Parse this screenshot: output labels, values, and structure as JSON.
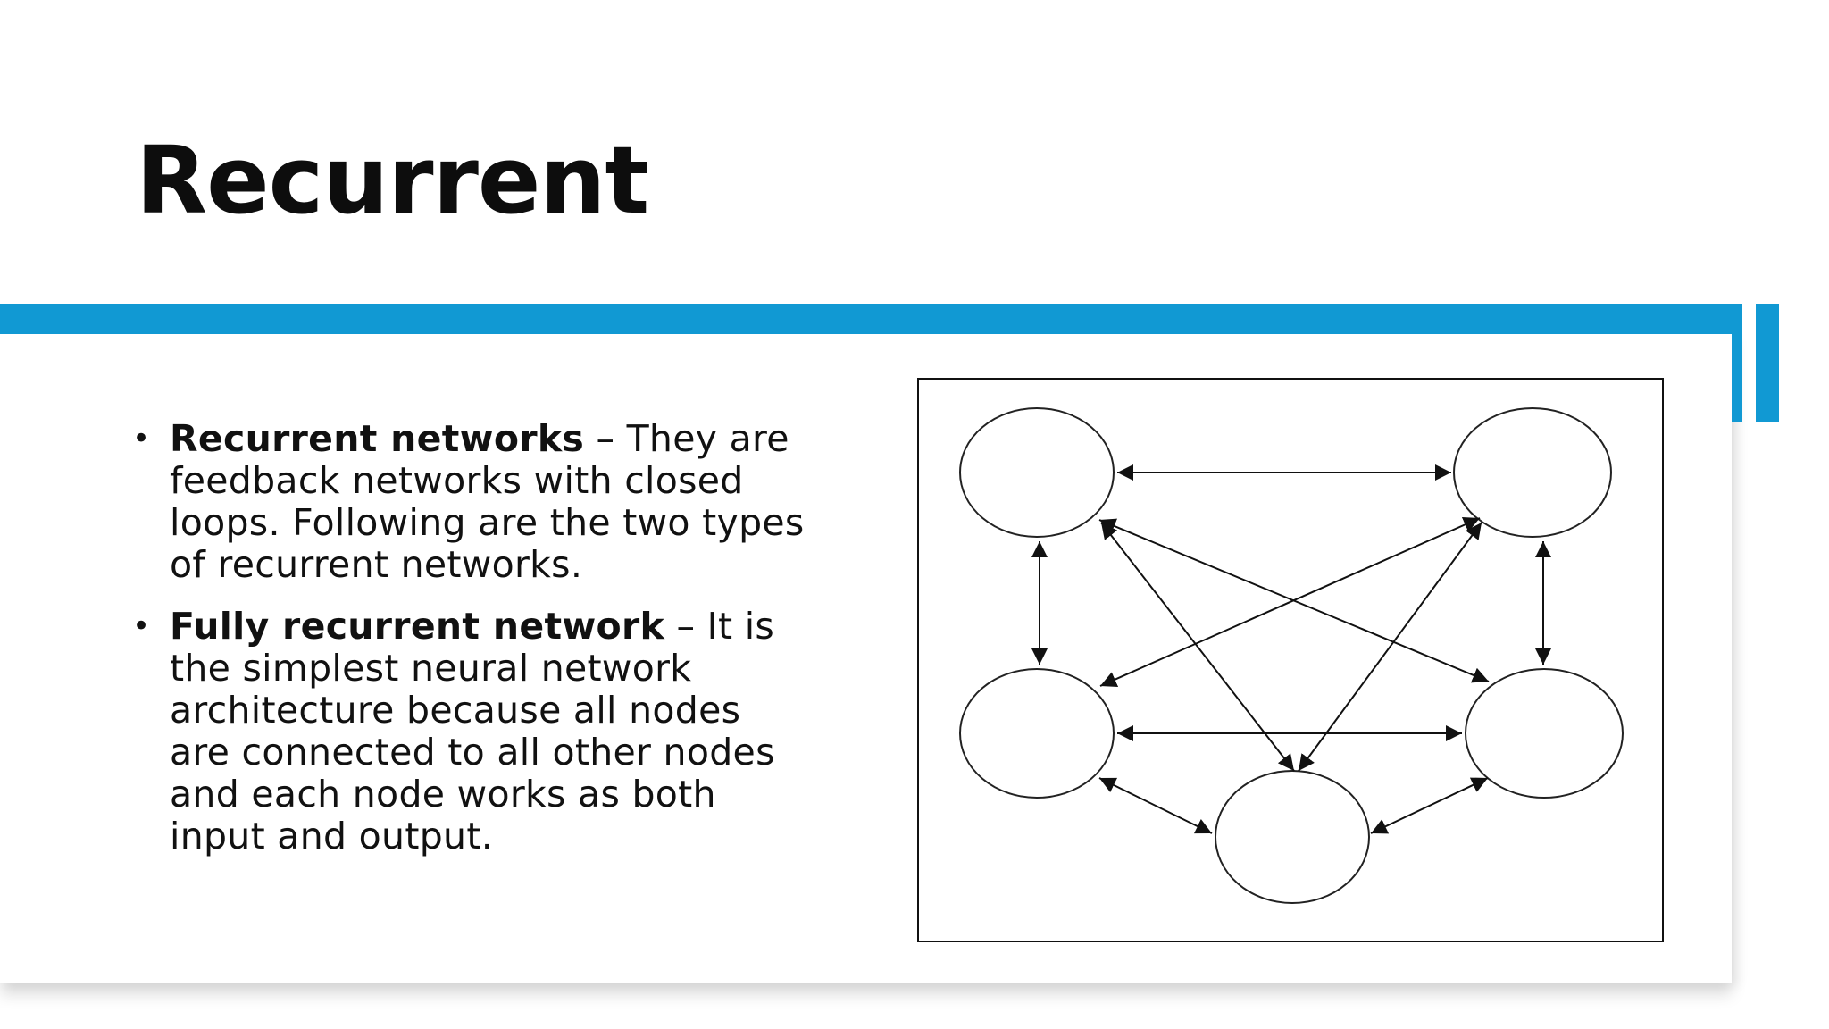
{
  "slide": {
    "title": "Recurrent",
    "accent_color": "#1199d3"
  },
  "bullets": [
    {
      "term": "Recurrent networks",
      "text": " – They are feedback networks with closed loops. Following are the two types of recurrent networks."
    },
    {
      "term": "Fully recurrent network",
      "text": " – It is the simplest neural network architecture because all nodes are connected to all other nodes and each node works as both input and output."
    }
  ]
}
